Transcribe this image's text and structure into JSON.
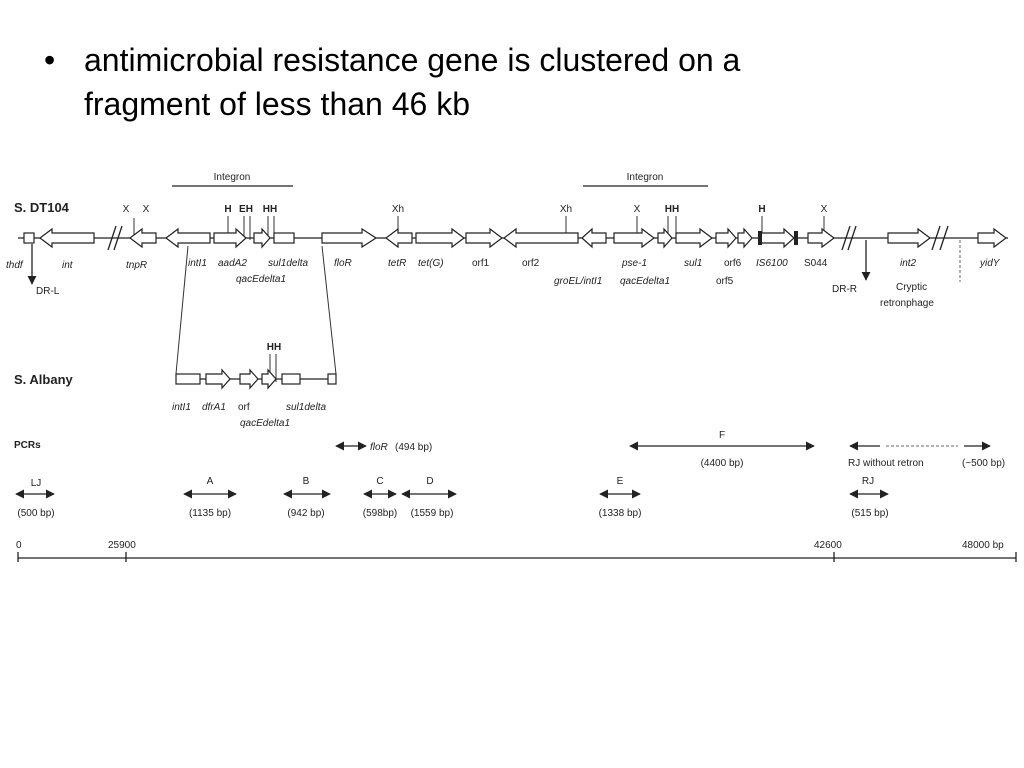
{
  "slide": {
    "bullet": "•",
    "text_line1": "antimicrobial resistance gene is clustered on a",
    "text_line2": "fragment of less than 46 kb"
  },
  "diagram": {
    "integron": "Integron",
    "strains": {
      "dt104": "S. DT104",
      "albany": "S. Albany"
    },
    "sites": [
      "X",
      "X",
      "H",
      "EH",
      "HH",
      "Xh",
      "Xh",
      "X",
      "HH",
      "H",
      "X",
      "HH"
    ],
    "genes_top": {
      "thdf": "thdf",
      "int": "int",
      "tnpR": "tnpR",
      "intI1": "intI1",
      "aadA2": "aadA2",
      "sul1delta": "sul1delta",
      "qacEdelta1": "qacEdelta1",
      "floR": "floR",
      "tetR": "tetR",
      "tetG": "tet(G)",
      "orf1": "orf1",
      "orf2": "orf2",
      "groEL": "groEL/intI1",
      "pse1": "pse-1",
      "sul1": "sul1",
      "orf6": "orf6",
      "orf5": "orf5",
      "is6100": "IS6100",
      "s044": "S044",
      "int2": "int2",
      "yidY": "yidY"
    },
    "dr_l": "DR-L",
    "dr_r": "DR-R",
    "cryptic_1": "Cryptic",
    "cryptic_2": "retronphage",
    "genes_albany": {
      "intI1": "intI1",
      "dfrA1": "dfrA1",
      "orf": "orf",
      "sul1delta": "sul1delta",
      "qacEdelta1": "qacEdelta1"
    },
    "pcrs": {
      "label": "PCRs",
      "floR": "floR",
      "floR_size": "(494 bp)",
      "F": "F",
      "F_size": "(4400 bp)",
      "rj_no_retron": "RJ without retron",
      "rj_no_retron_size": "(~500 bp)",
      "LJ": "LJ",
      "LJ_size": "(500 bp)",
      "A": "A",
      "A_size": "(1135 bp)",
      "B": "B",
      "B_size": "(942 bp)",
      "C": "C",
      "C_size": "(598bp)",
      "D": "D",
      "D_size": "(1559 bp)",
      "E": "E",
      "E_size": "(1338 bp)",
      "RJ": "RJ",
      "RJ_size": "(515 bp)"
    },
    "scale": {
      "t0": "0",
      "t1": "25900",
      "t2": "42600",
      "t3": "48000 bp"
    }
  }
}
